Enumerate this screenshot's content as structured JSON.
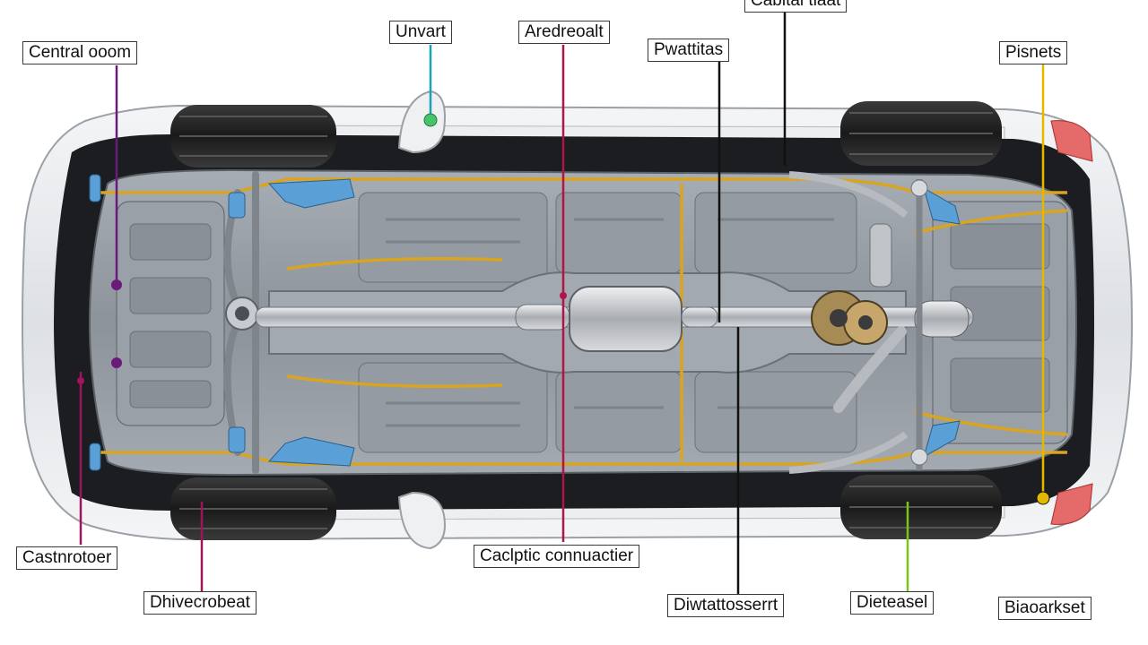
{
  "labels": {
    "central_boom": "Central ooom",
    "unveart": "Unvart",
    "aredreoalt": "Aredreoalt",
    "partial_top": "Cabital tiaat",
    "pwatttas": "Pwattitas",
    "pisnets": "Pisnets",
    "castmotoer": "Castnrotoer",
    "driveshaft": "Dhivecrobeat",
    "catalytic": "Caclptic connuactier",
    "diwtatto": "Diwtattosserrt",
    "dieteaset": "Dieteasel",
    "biaaerset": "Biaoarkset"
  },
  "colors": {
    "magenta": "#a0145a",
    "purple": "#6a1b7a",
    "teal": "#1aa3b4",
    "crimson": "#b0154a",
    "yellow": "#e5b800",
    "green": "#7dc21e",
    "black": "#111111",
    "brake_line": "#d9a521"
  }
}
